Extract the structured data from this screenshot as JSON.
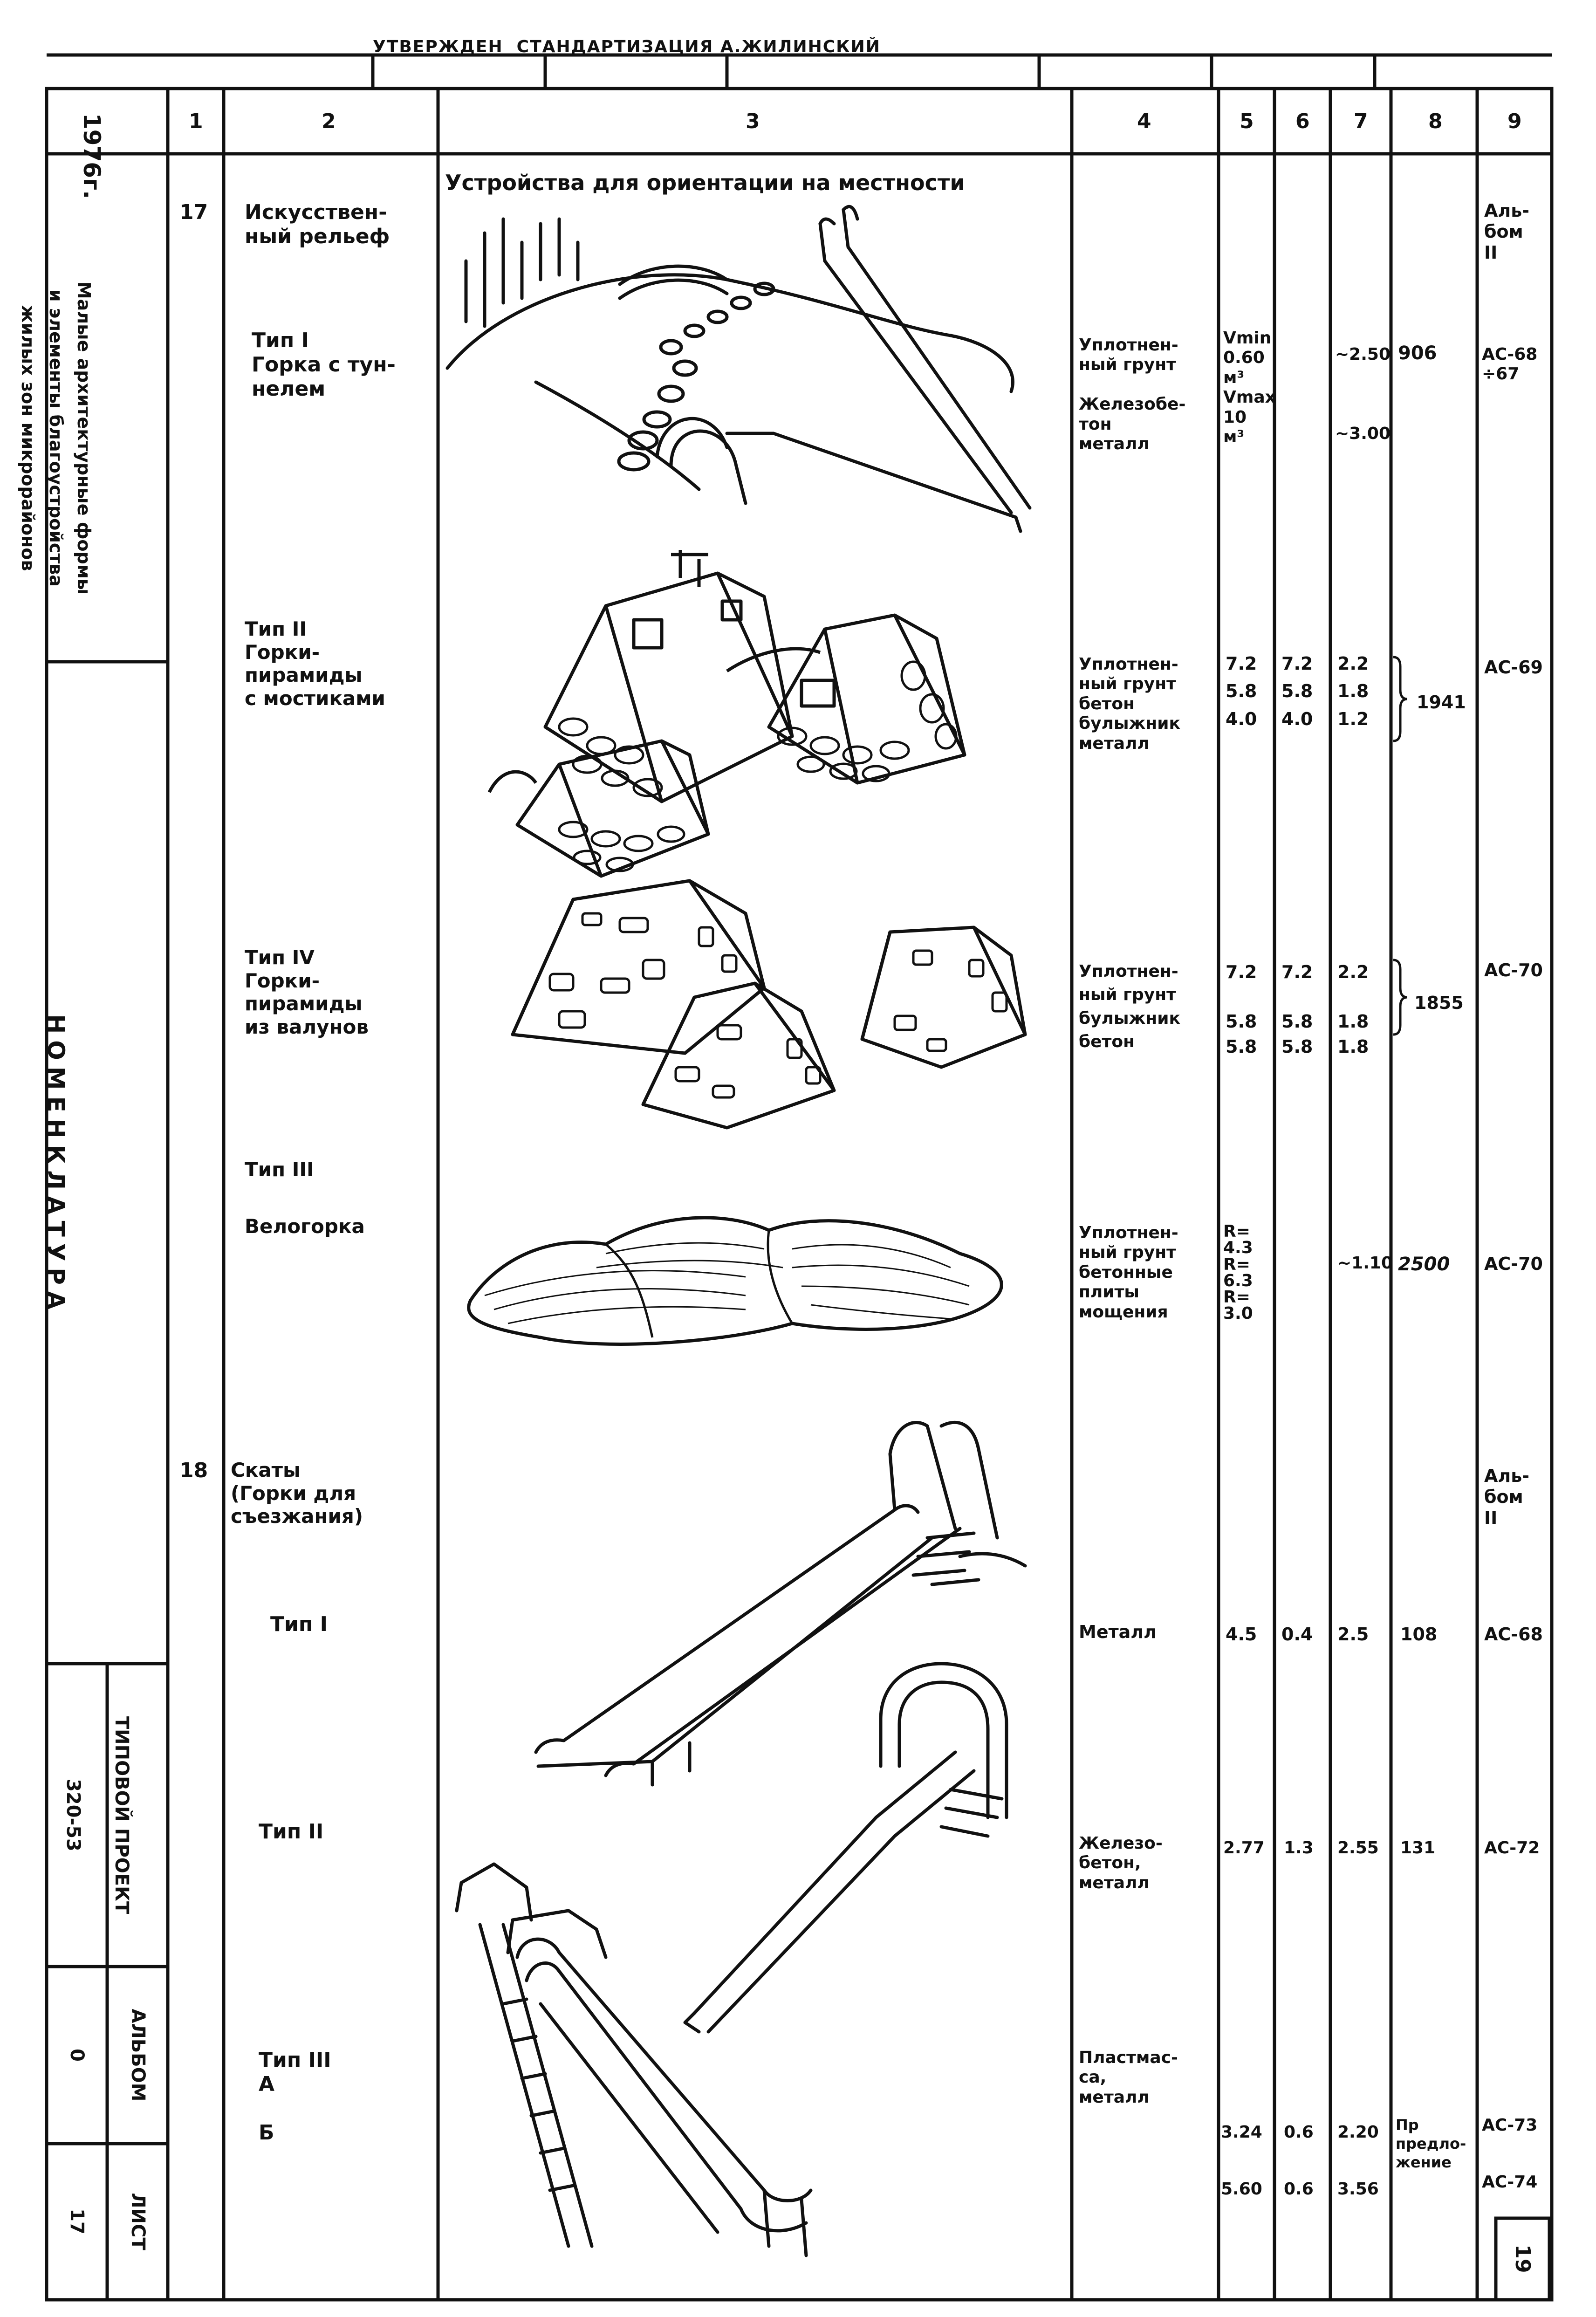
{
  "sheet": {
    "top_stamp": "УТВЕРЖДЕН  СТАНДАРТИЗАЦИЯ А.ЖИЛИНСКИЙ",
    "column_numbers": [
      "1",
      "2",
      "3",
      "4",
      "5",
      "6",
      "7",
      "8",
      "9"
    ],
    "side_strip": {
      "year": "1976г.",
      "title_line1": "Малые архитектурные формы",
      "title_line2": "и элементы благоустройства",
      "title_line3": "жилых зон микрорайонов",
      "nomenclature": "НОМЕНКЛАТУРА",
      "project_label": "ТИПОВОЙ ПРОЕКТ",
      "project_number": "320-53",
      "album_label": "АЛЬБОМ",
      "album_value": "0",
      "sheet_label": "ЛИСТ",
      "sheet_value": "17"
    },
    "page_number": "19",
    "section_header": "Устройства для ориентации на местности",
    "rows": [
      {
        "num": "17",
        "name": "Искусствен-\nный рельеф",
        "ref": "Аль-\nбом\nII"
      },
      {
        "name": "Тип I\nГорка с тун-\nнелем",
        "material": "Уплотнен-\nный грунт\n\nЖелезобе-\nтон\nметалл",
        "c5": "Vmin\n0.60\nм³\nVmax\n10\nм³",
        "c7": "~2.50\n\n\n\n~3.00",
        "c8": "906",
        "ref": "АС-68\n÷67"
      },
      {
        "name": "Тип II\nГорки-\nпирамиды\nс мостиками",
        "material": "Уплотнен-\nный грунт\nбетон\nбулыжник\nметалл",
        "c5": "7.2\n\n5.8\n\n4.0",
        "c6": "7.2\n\n5.8\n\n4.0",
        "c7": "2.2\n\n1.8\n\n1.2",
        "c8": "1941",
        "ref": "АС-69"
      },
      {
        "name": "Тип IV\nГорки-\nпирамиды\nиз валунов",
        "material": "Уплотнен-\nный грунт\nбулыжник\nбетон",
        "c5": "7.2\n\n5.8\n5.8",
        "c6": "7.2\n\n5.8\n5.8",
        "c7": "2.2\n\n1.8\n1.8",
        "c8": "1855",
        "ref": "АС-70"
      },
      {
        "name": "Тип III\n\nВелогорка",
        "material": "Уплотнен-\nный грунт\nбетонные\nплиты\nмощения",
        "c5": "R=\n4.3\nR=\n6.3\nR=\n3.0",
        "c7": "~1.10",
        "c8": "2500",
        "ref": "АС-70"
      },
      {
        "num": "18",
        "name": "Скаты\n(Горки для\nсъезжания)",
        "ref": "Аль-\nбом\nII"
      },
      {
        "name": "Тип I",
        "material": "Металл",
        "c5": "4.5",
        "c6": "0.4",
        "c7": "2.5",
        "c8": "108",
        "ref": "АС-68"
      },
      {
        "name": "Тип II",
        "material": "Железо-\nбетон,\nметалл",
        "c5": "2.77",
        "c6": "1.3",
        "c7": "2.55",
        "c8": "131",
        "ref": "АС-72"
      },
      {
        "name": "Тип III\nА\n\nБ",
        "material": "Пластмас-\nса,\nметалл",
        "c5": "3.24\n\n5.60",
        "c6": "0.6\n\n0.6",
        "c7": "2.20\n\n3.56",
        "c8": "Пр\nпредло-\nжение",
        "ref": "АС-73\n\nАС-74"
      }
    ]
  }
}
